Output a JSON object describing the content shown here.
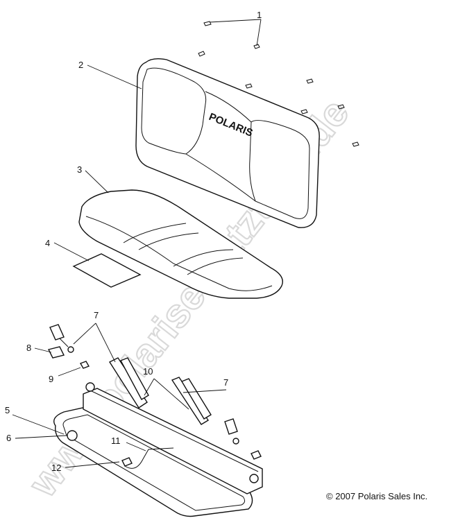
{
  "diagram": {
    "callouts": [
      {
        "id": "1",
        "label": "1"
      },
      {
        "id": "2",
        "label": "2"
      },
      {
        "id": "3",
        "label": "3"
      },
      {
        "id": "4",
        "label": "4"
      },
      {
        "id": "5",
        "label": "5"
      },
      {
        "id": "6",
        "label": "6"
      },
      {
        "id": "7a",
        "label": "7"
      },
      {
        "id": "7b",
        "label": "7"
      },
      {
        "id": "8",
        "label": "8"
      },
      {
        "id": "9",
        "label": "9"
      },
      {
        "id": "10",
        "label": "10"
      },
      {
        "id": "11",
        "label": "11"
      },
      {
        "id": "12",
        "label": "12"
      }
    ],
    "seatback_logo": "POLARIS",
    "watermark": "www.polarisersatzteile.de",
    "copyright": "© 2007 Polaris Sales Inc."
  }
}
